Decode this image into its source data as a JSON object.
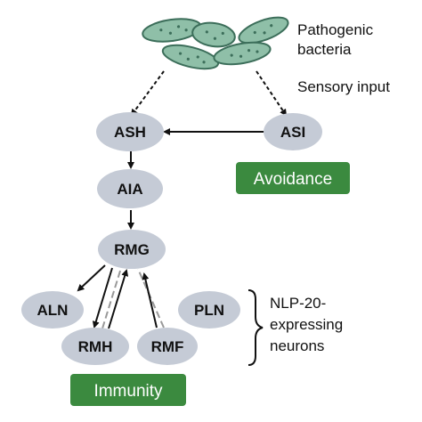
{
  "colors": {
    "node_fill": "#c5cbd6",
    "accent_green": "#3b8a3f",
    "bacteria_fill": "#8fbfa8",
    "bacteria_stroke": "#3c6e5a",
    "arrow": "#111111",
    "dashed_arrow": "#999999"
  },
  "labels": {
    "pathogenic": "Pathogenic",
    "bacteria": "bacteria",
    "sensory_input": "Sensory input",
    "nlp_line1": "NLP-20-",
    "nlp_line2": "expressing",
    "nlp_line3": "neurons"
  },
  "boxes": {
    "avoidance": "Avoidance",
    "immunity": "Immunity"
  },
  "nodes": {
    "ash": "ASH",
    "asi": "ASI",
    "aia": "AIA",
    "rmg": "RMG",
    "aln": "ALN",
    "pln": "PLN",
    "rmh": "RMH",
    "rmf": "RMF"
  },
  "icons": {
    "bacteria": "bacteria-icon",
    "bracket": "curly-bracket-icon"
  }
}
